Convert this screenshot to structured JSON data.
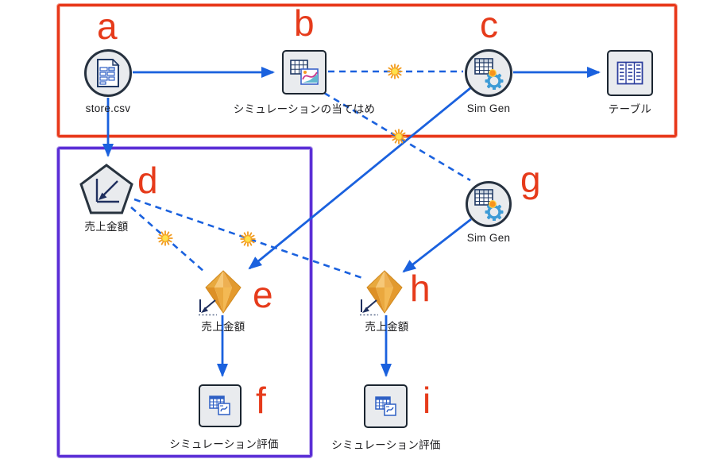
{
  "nodes": {
    "a": {
      "letter": "a",
      "label": "store.csv"
    },
    "b": {
      "letter": "b",
      "label": "シミュレーションの当てはめ"
    },
    "c": {
      "letter": "c",
      "label": "Sim Gen"
    },
    "table": {
      "label": "テーブル"
    },
    "d": {
      "letter": "d",
      "label": "売上金額"
    },
    "e": {
      "letter": "e",
      "label": "売上金額"
    },
    "f": {
      "letter": "f",
      "label": "シミュレーション評価"
    },
    "g": {
      "letter": "g",
      "label": "Sim Gen"
    },
    "h": {
      "letter": "h",
      "label": "売上金額"
    },
    "i": {
      "letter": "i",
      "label": "シミュレーション評価"
    }
  },
  "edges": [
    {
      "from": "a",
      "to": "b",
      "style": "solid-arrow"
    },
    {
      "from": "b",
      "to": "c",
      "style": "dashed",
      "burst": true
    },
    {
      "from": "c",
      "to": "table",
      "style": "solid-arrow"
    },
    {
      "from": "a",
      "to": "d",
      "style": "solid-arrow"
    },
    {
      "from": "b",
      "to": "g",
      "style": "dashed",
      "burst": true
    },
    {
      "from": "c",
      "to": "e",
      "style": "solid-arrow"
    },
    {
      "from": "d",
      "to": "e",
      "style": "dashed",
      "burst": true
    },
    {
      "from": "d",
      "to": "h",
      "style": "dashed",
      "burst": true
    },
    {
      "from": "g",
      "to": "h",
      "style": "solid-arrow"
    },
    {
      "from": "e",
      "to": "f",
      "style": "solid-arrow"
    },
    {
      "from": "h",
      "to": "i",
      "style": "solid-arrow"
    }
  ],
  "groups": [
    {
      "name": "red-group",
      "color": "#e8381a",
      "contains": [
        "a",
        "b",
        "c",
        "table"
      ]
    },
    {
      "name": "purple-group",
      "color": "#5b2ed6",
      "contains": [
        "d",
        "e",
        "f"
      ]
    }
  ],
  "colors": {
    "edge_blue": "#1a61de",
    "letter_red": "#e63b1b",
    "node_fill": "#e9ebee",
    "gem_orange": "#e9a83f",
    "sun_yellow": "#ffe14d",
    "sun_orange": "#f29b1f"
  }
}
